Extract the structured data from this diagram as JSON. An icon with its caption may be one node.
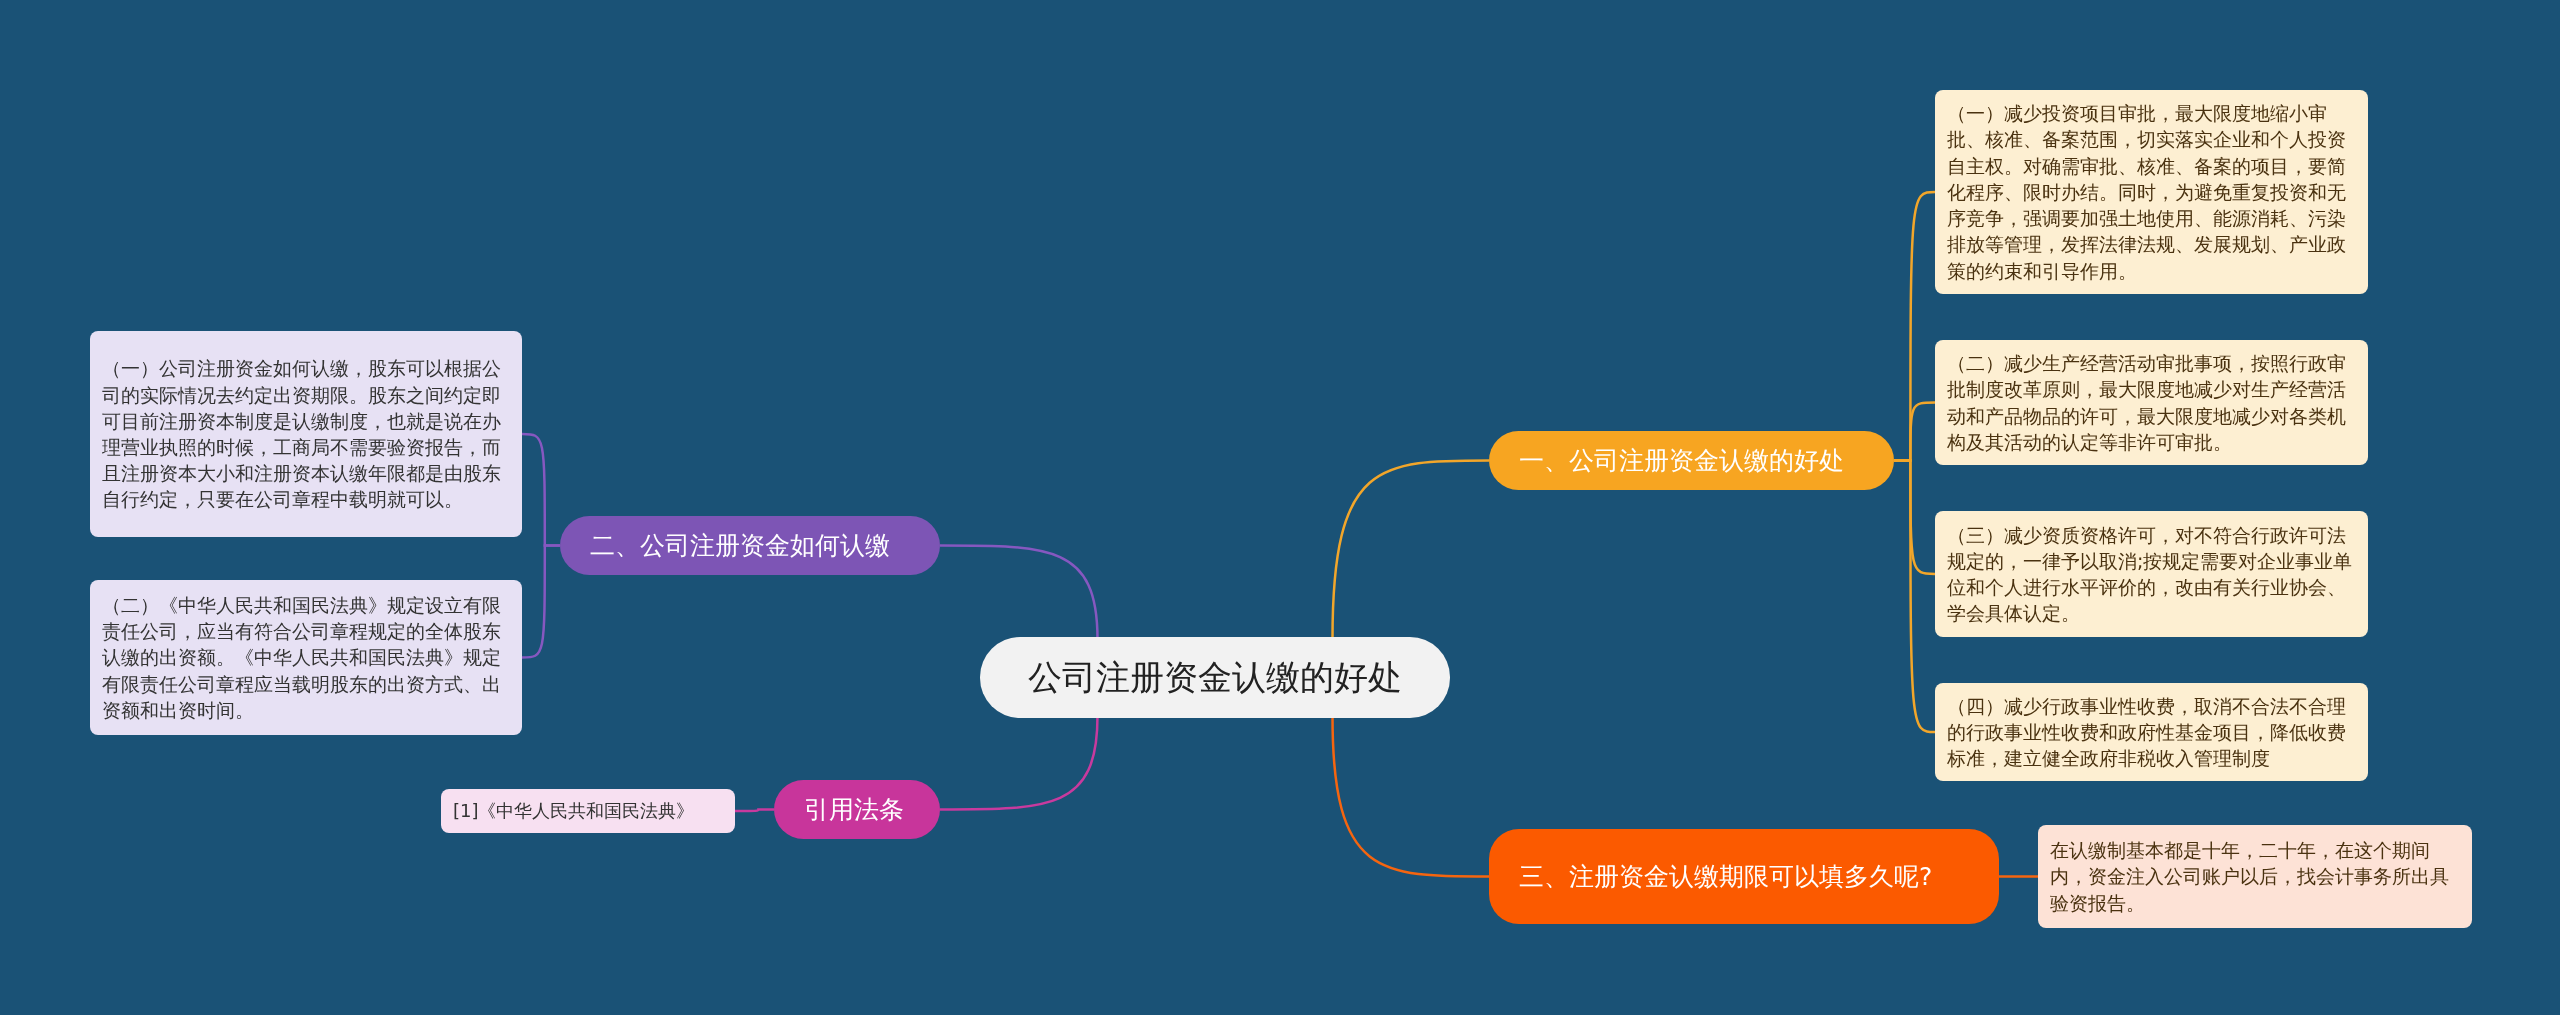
{
  "diagram": {
    "nodes": [
      {
        "text": [
          "公司注册资金认缴的好处"
        ]
      },
      {
        "text": [
          "一、公司注册资金认缴的好处"
        ]
      },
      {
        "text": [
          "（一）减少投资项目审批，最大限度地缩小审批、核准、备案范围，切实落实企业和个人投资自主权。对确需审批、核准、备案的项目，要简化程序、限时办结。同时，为避免重复投资和无序竞争，强调要加强土地使用、能源消耗、污染排放等管理，发挥法律法规、发展规划、产业政策的约束和引导作用。"
        ]
      },
      {
        "text": [
          "（二）减少生产经营活动审批事项，按照行政审批制度改革原则，最大限度地减少对生产经营活动和产品物品的许可，最大限度地减少对各类机构及其活动的认定等非许可审批。"
        ]
      },
      {
        "text": [
          "（三）减少资质资格许可，对不符合行政许可法规定的，一律予以取消;按规定需要对企业事业单位和个人进行水平评价的，改由有关行业协会、学会具体认定。"
        ]
      },
      {
        "text": [
          "（四）减少行政事业性收费，取消不合法不合理的行政事业性收费和政府性基金项目，降低收费标准，建立健全政府非税收入管理制度"
        ]
      },
      {
        "text": [
          "三、注册资金认缴期限可以填多久呢?"
        ]
      },
      {
        "text": [
          "在认缴制基本都是十年，二十年，在这个期间内，资金注入公司账户以后，找会计事务所出具验资报告。"
        ]
      },
      {
        "text": [
          "二、公司注册资金如何认缴"
        ]
      },
      {
        "text": [
          "（一）公司注册资金如何认缴，股东可以根据公司的实际情况去约定出资期限。股东之间约定即可目前注册资本制度是认缴制度，也就是说在办理营业执照的时候，工商局不需要验资报告，而且注册资本大小和注册资本认缴年限都是由股东自行约定，只要在公司章程中载明就可以。"
        ]
      },
      {
        "text": [
          "（二）《中华人民共和国民法典》规定设立有限责任公司，应当有符合公司章程规定的全体股东认缴的出资额。《中华人民共和国民法典》规定有限责任公司章程应当载明股东的出资方式、出资额和出资时间。"
        ]
      },
      {
        "text": [
          "引用法条"
        ]
      },
      {
        "text": [
          "[1]《中华人民共和国民法典》"
        ]
      }
    ],
    "edges": [
      {
        "from": 0,
        "to": 1,
        "arrow": "none",
        "color": "#f2a62a"
      },
      {
        "from": 1,
        "to": 2,
        "arrow": "none",
        "color": "#f2a62a"
      },
      {
        "from": 1,
        "to": 3,
        "arrow": "none",
        "color": "#f2a62a"
      },
      {
        "from": 1,
        "to": 4,
        "arrow": "none",
        "color": "#f2a62a"
      },
      {
        "from": 1,
        "to": 5,
        "arrow": "none",
        "color": "#f2a62a"
      },
      {
        "from": 0,
        "to": 6,
        "arrow": "none",
        "color": "#f5650f"
      },
      {
        "from": 6,
        "to": 7,
        "arrow": "none",
        "color": "#f5650f"
      },
      {
        "from": 0,
        "to": 8,
        "arrow": "none",
        "color": "#8658c0"
      },
      {
        "from": 8,
        "to": 9,
        "arrow": "none",
        "color": "#8658c0"
      },
      {
        "from": 8,
        "to": 10,
        "arrow": "none",
        "color": "#8658c0"
      },
      {
        "from": 0,
        "to": 11,
        "arrow": "none",
        "color": "#c83a9e"
      },
      {
        "from": 11,
        "to": 12,
        "arrow": "none",
        "color": "#c83a9e"
      }
    ]
  }
}
